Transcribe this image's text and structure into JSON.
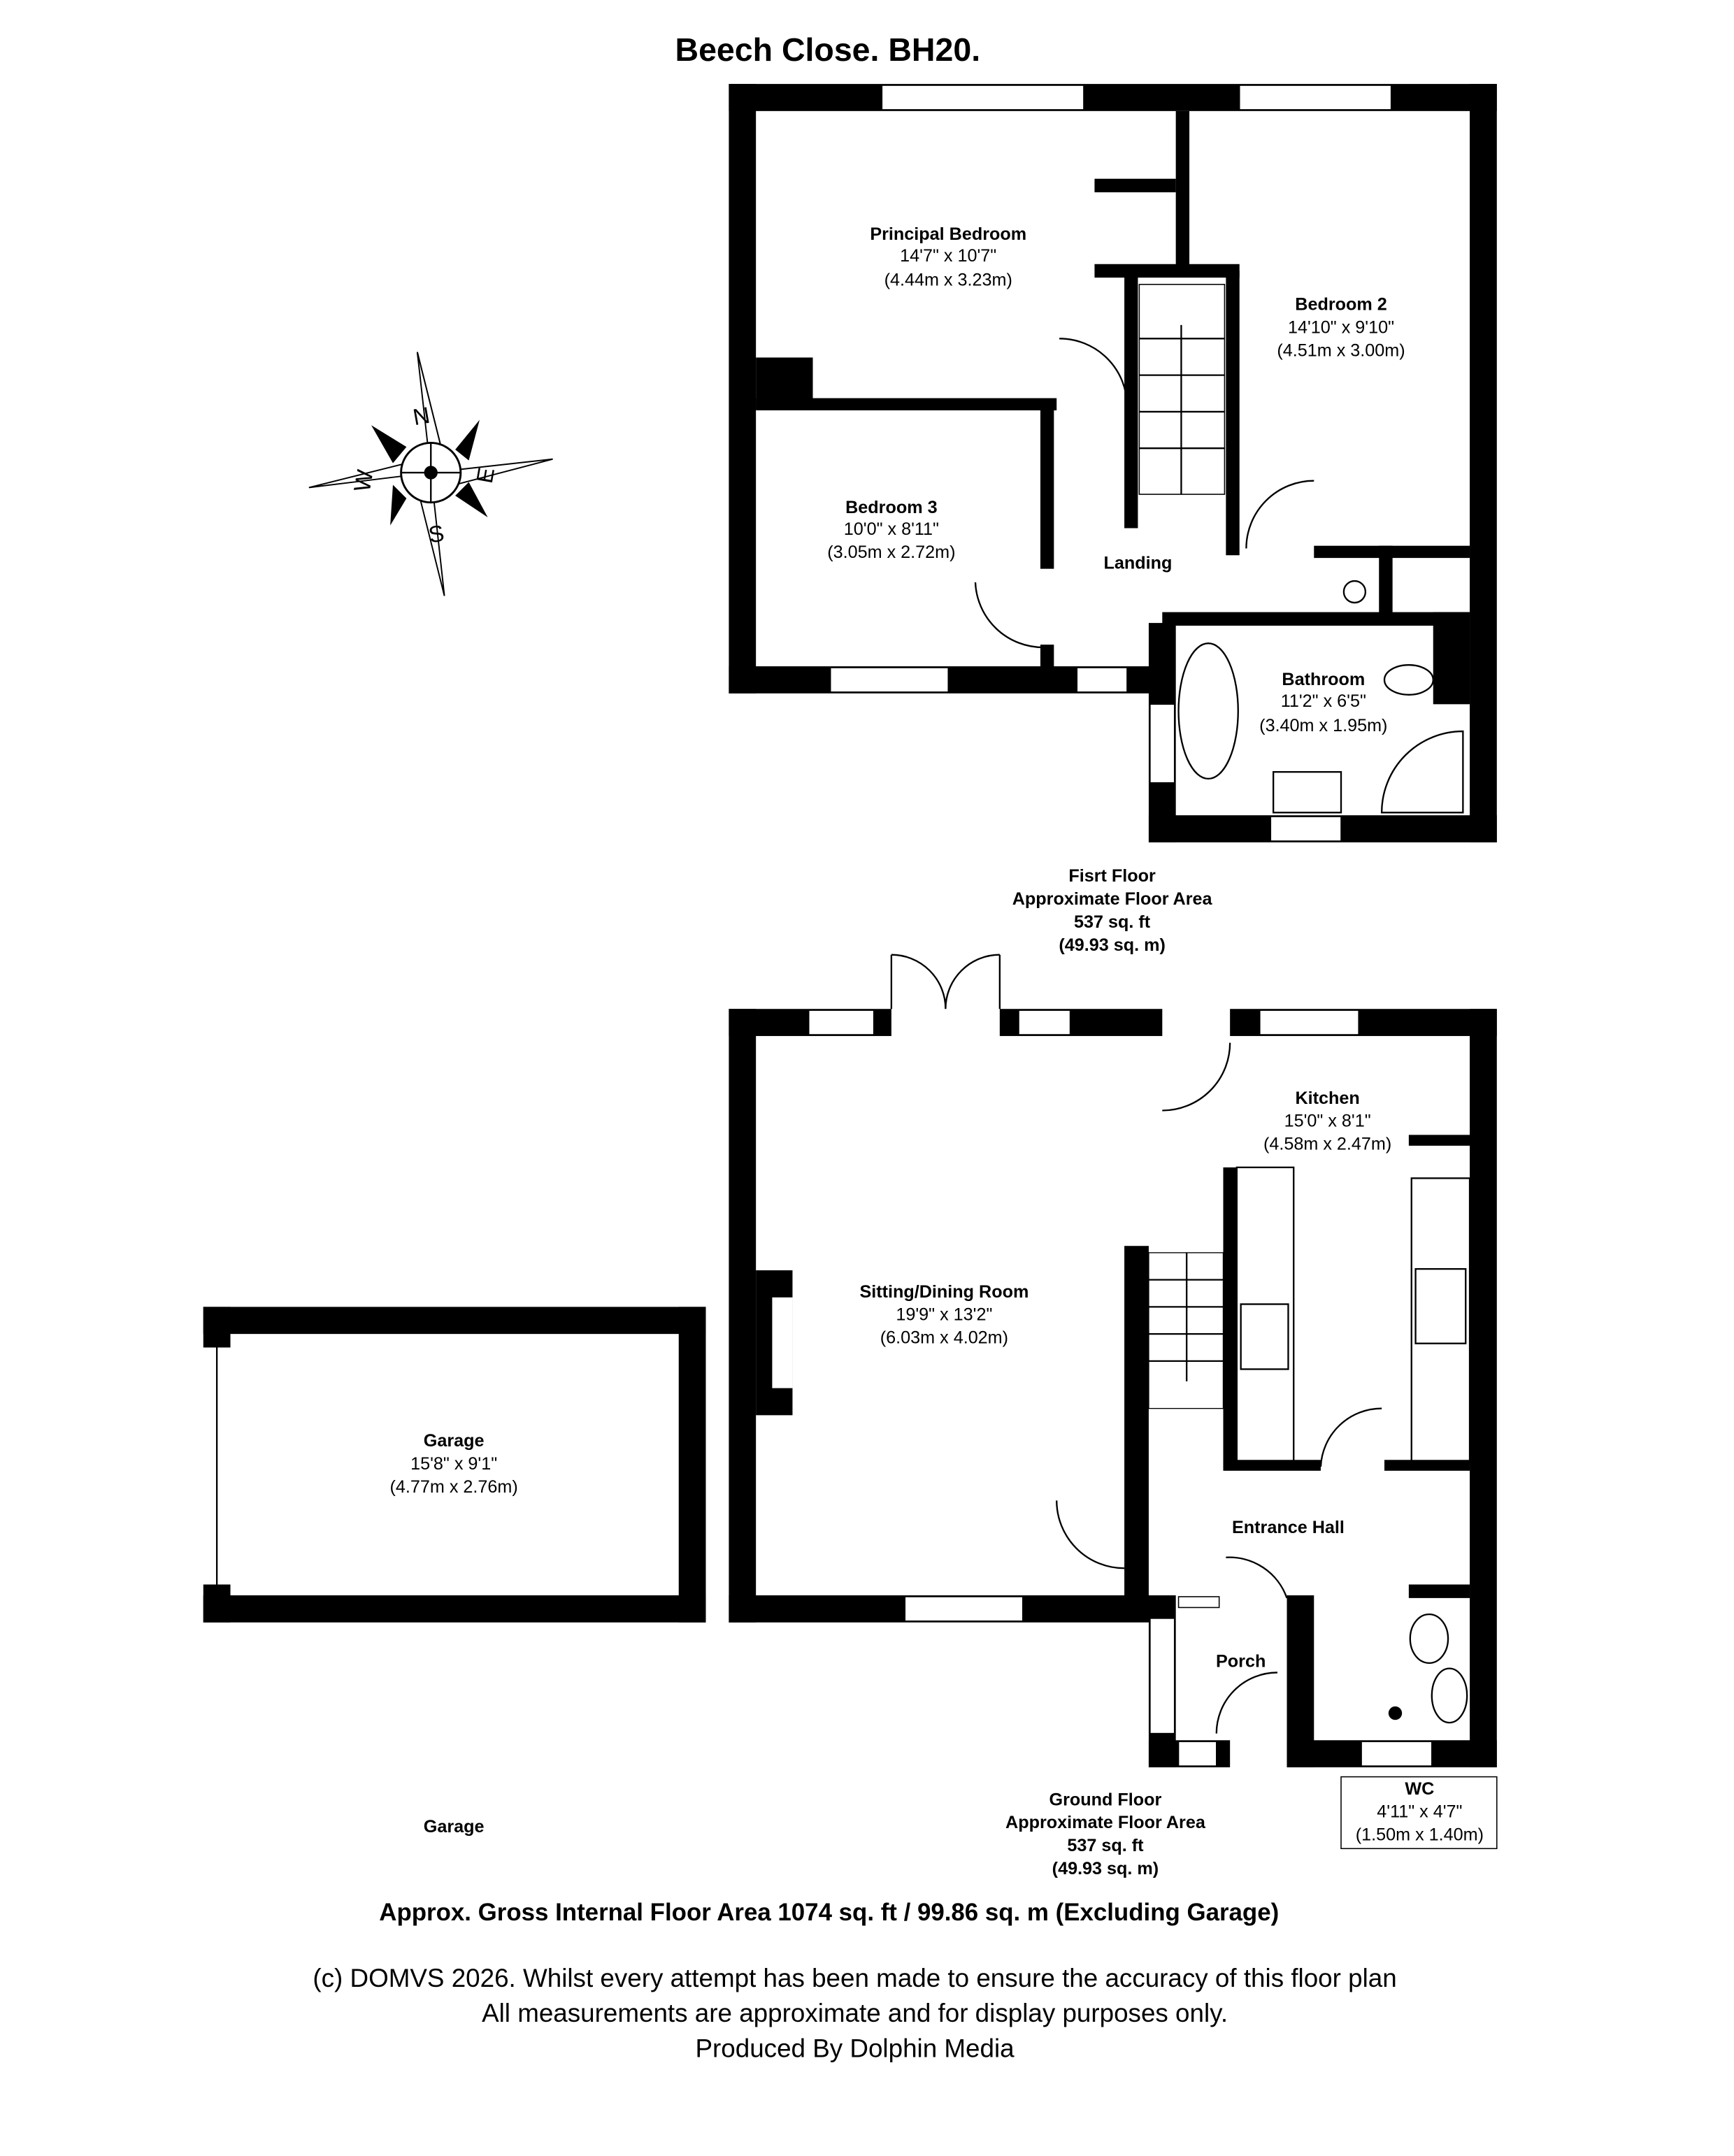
{
  "title": "Beech Close. BH20.",
  "compass": {
    "n": "N",
    "e": "E",
    "s": "S",
    "w": "W"
  },
  "rooms": {
    "principal_bedroom": {
      "name": "Principal Bedroom",
      "imperial": "14'7\" x 10'7\"",
      "metric": "(4.44m x 3.23m)"
    },
    "bedroom2": {
      "name": "Bedroom 2",
      "imperial": "14'10\" x 9'10\"",
      "metric": "(4.51m x 3.00m)"
    },
    "bedroom3": {
      "name": "Bedroom 3",
      "imperial": "10'0\" x 8'11\"",
      "metric": "(3.05m x 2.72m)"
    },
    "landing": {
      "name": "Landing"
    },
    "bathroom": {
      "name": "Bathroom",
      "imperial": "11'2\" x 6'5\"",
      "metric": "(3.40m x 1.95m)"
    },
    "kitchen": {
      "name": "Kitchen",
      "imperial": "15'0\" x 8'1\"",
      "metric": "(4.58m x 2.47m)"
    },
    "sitting": {
      "name": "Sitting/Dining Room",
      "imperial": "19'9\" x 13'2\"",
      "metric": "(6.03m x 4.02m)"
    },
    "entrance": {
      "name": "Entrance Hall"
    },
    "porch": {
      "name": "Porch"
    },
    "wc": {
      "name": "WC",
      "imperial": "4'11\" x 4'7\"",
      "metric": "(1.50m x 1.40m)"
    },
    "garage": {
      "name": "Garage",
      "imperial": "15'8\" x 9'1\"",
      "metric": "(4.77m x 2.76m)"
    }
  },
  "first_floor": {
    "line1": "Fisrt Floor",
    "line2": "Approximate Floor Area",
    "line3": "537 sq. ft",
    "line4": "(49.93 sq. m)"
  },
  "ground_floor": {
    "line1": "Ground Floor",
    "line2": "Approximate Floor Area",
    "line3": "537 sq. ft",
    "line4": "(49.93 sq. m)"
  },
  "garage_caption": "Garage",
  "gross_area": "Approx. Gross Internal Floor Area 1074 sq. ft / 99.86 sq. m (Excluding Garage)",
  "disclaimer": {
    "line1": "(c) DOMVS 2026. Whilst every attempt has been made to ensure the accuracy of this floor plan",
    "line2": "All measurements are approximate and for display purposes only.",
    "line3": "Produced By Dolphin Media"
  }
}
